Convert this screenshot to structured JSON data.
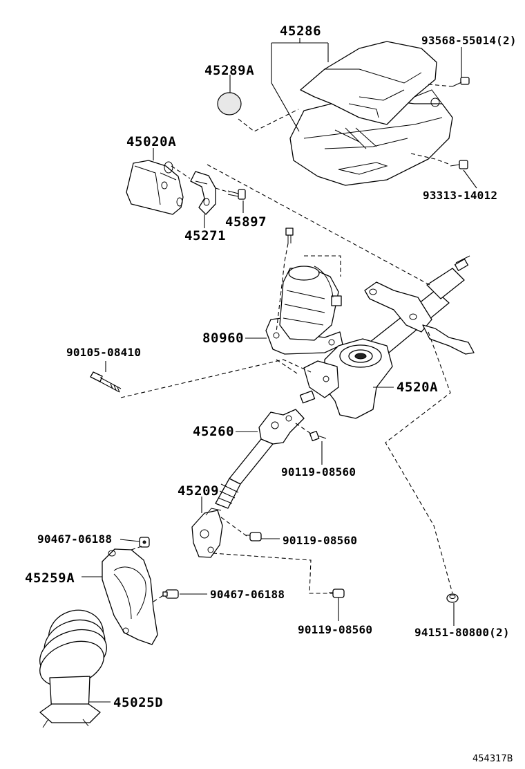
{
  "labels": {
    "p45286": "45286",
    "p93568": "93568-55014(2)",
    "p45289A": "45289A",
    "p45020A": "45020A",
    "p93313": "93313-14012",
    "p45897": "45897",
    "p45271": "45271",
    "p80960": "80960",
    "p90105": "90105-08410",
    "p4520A": "4520A",
    "p45260": "45260",
    "p90119a": "90119-08560",
    "p45209": "45209",
    "p90467a": "90467-06188",
    "p90119b": "90119-08560",
    "p45259A": "45259A",
    "p90467b": "90467-06188",
    "p90119c": "90119-08560",
    "p94151": "94151-80800(2)",
    "p45025D": "45025D"
  },
  "diagram_code": "454317B"
}
